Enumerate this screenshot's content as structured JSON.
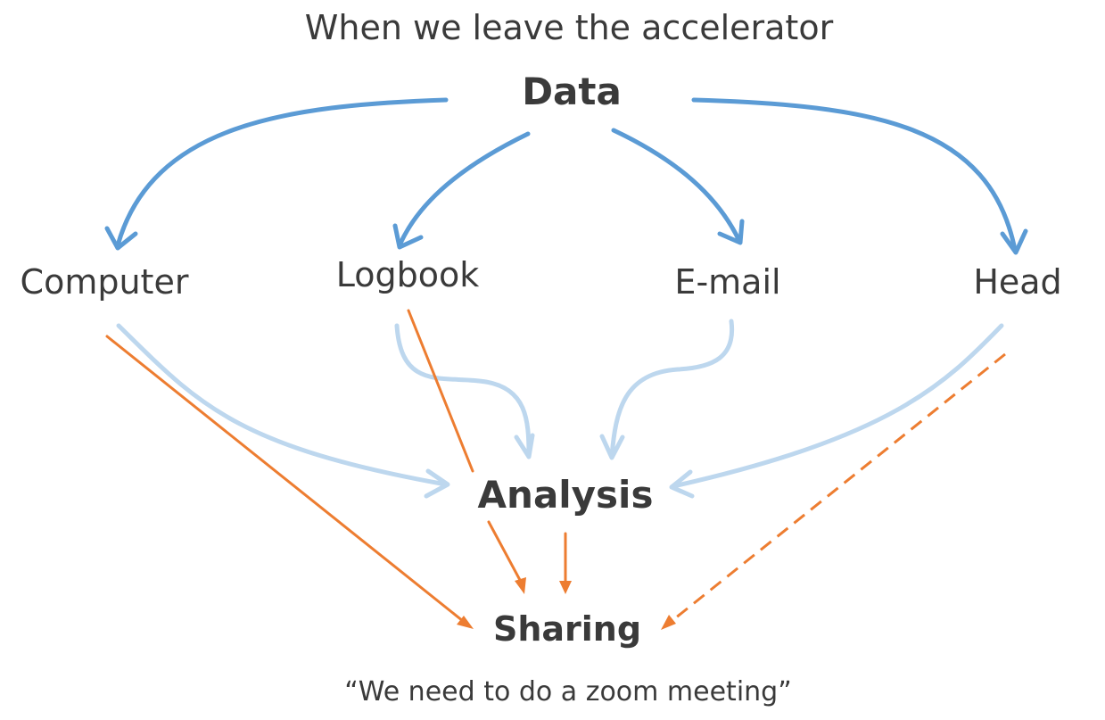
{
  "title": "When we leave the accelerator",
  "nodes": {
    "data": "Data",
    "computer": "Computer",
    "logbook": "Logbook",
    "email": "E-mail",
    "head": "Head",
    "analysis": "Analysis",
    "sharing": "Sharing"
  },
  "quote": "“We need to do a zoom meeting”",
  "colors": {
    "text": "#3a3a3a",
    "strong_blue": "#5b9bd5",
    "light_blue": "#bdd7ee",
    "orange": "#ed7d31"
  }
}
